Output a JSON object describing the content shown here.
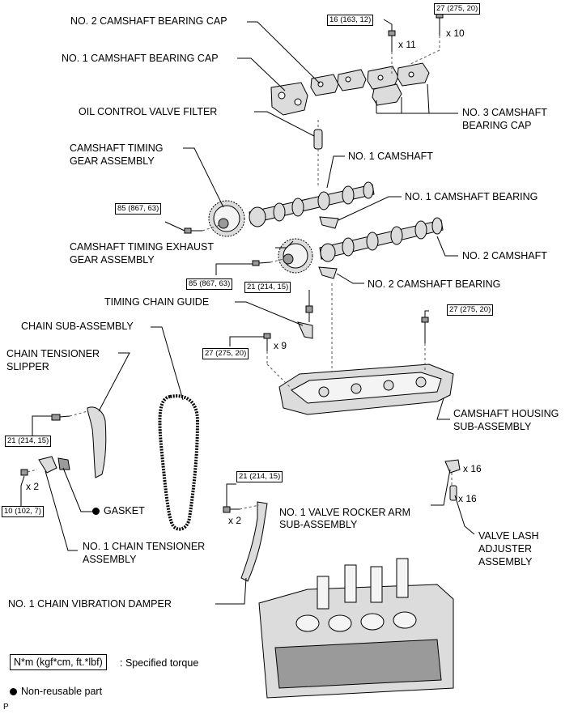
{
  "labels": {
    "no2_cam_bearing_cap": "NO. 2 CAMSHAFT BEARING CAP",
    "no1_cam_bearing_cap": "NO. 1 CAMSHAFT BEARING CAP",
    "oil_control_valve_filter": "OIL CONTROL VALVE FILTER",
    "no3_cam_bearing_cap_1": "NO. 3 CAMSHAFT",
    "no3_cam_bearing_cap_2": "BEARING CAP",
    "cam_timing_gear_1": "CAMSHAFT TIMING",
    "cam_timing_gear_2": "GEAR ASSEMBLY",
    "no1_camshaft": "NO. 1 CAMSHAFT",
    "no1_cam_bearing": "NO. 1 CAMSHAFT BEARING",
    "cam_timing_exhaust_1": "CAMSHAFT TIMING EXHAUST",
    "cam_timing_exhaust_2": "GEAR ASSEMBLY",
    "no2_camshaft": "NO. 2 CAMSHAFT",
    "no2_cam_bearing": "NO. 2 CAMSHAFT BEARING",
    "timing_chain_guide": "TIMING CHAIN GUIDE",
    "chain_sub_assembly": "CHAIN SUB-ASSEMBLY",
    "chain_tensioner_slipper_1": "CHAIN TENSIONER",
    "chain_tensioner_slipper_2": "SLIPPER",
    "cam_housing_1": "CAMSHAFT HOUSING",
    "cam_housing_2": "SUB-ASSEMBLY",
    "gasket": "GASKET",
    "no1_chain_tensioner_1": "NO. 1 CHAIN TENSIONER",
    "no1_chain_tensioner_2": "ASSEMBLY",
    "no1_valve_rocker_1": "NO. 1 VALVE ROCKER ARM",
    "no1_valve_rocker_2": "SUB-ASSEMBLY",
    "valve_lash_1": "VALVE LASH",
    "valve_lash_2": "ADJUSTER",
    "valve_lash_3": "ASSEMBLY",
    "no1_chain_vibration_damper": "NO. 1 CHAIN VIBRATION DAMPER"
  },
  "torques": {
    "t_cap_11": "16 (163, 12)",
    "t_cap_10": "27 (275, 20)",
    "t_intake_gear": "85 (867, 63)",
    "t_exhaust_gear": "85 (867, 63)",
    "t_guide": "21 (214, 15)",
    "t_housing_right": "27 (275, 20)",
    "t_housing_left": "27 (275, 20)",
    "t_slipper": "21 (214, 15)",
    "t_tensioner": "10 (102, 7)",
    "t_damper": "21 (214, 15)"
  },
  "quantities": {
    "q_cap_11": "x 11",
    "q_cap_10": "x 10",
    "q_housing": "x 9",
    "q_tensioner": "x 2",
    "q_damper": "x 2",
    "q_rocker": "x 16",
    "q_lash": "x 16"
  },
  "legend": {
    "torque_unit": "N*m (kgf*cm, ft.*lbf)",
    "torque_desc": ": Specified torque",
    "non_reusable": "Non-reusable part"
  },
  "corner_mark": "P"
}
